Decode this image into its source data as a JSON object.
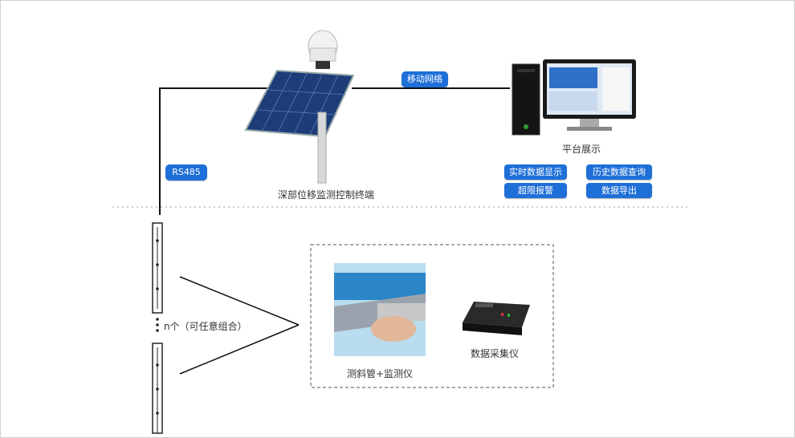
{
  "connections": {
    "mobile_network": "移动网络",
    "rs485": "RS485"
  },
  "terminal": {
    "label": "深部位移监测控制终端"
  },
  "platform": {
    "label": "平台展示",
    "buttons": [
      "实时数据显示",
      "历史数据查询",
      "超限报警",
      "数据导出"
    ]
  },
  "sensors": {
    "count_label": "n个（可任意组合）"
  },
  "equipment": {
    "inclinometer_label": "测斜管+监测仪",
    "collector_label": "数据采集仪"
  },
  "colors": {
    "accent": "#1f6fd8",
    "line": "#111111",
    "dotted": "#bbbbbb"
  }
}
